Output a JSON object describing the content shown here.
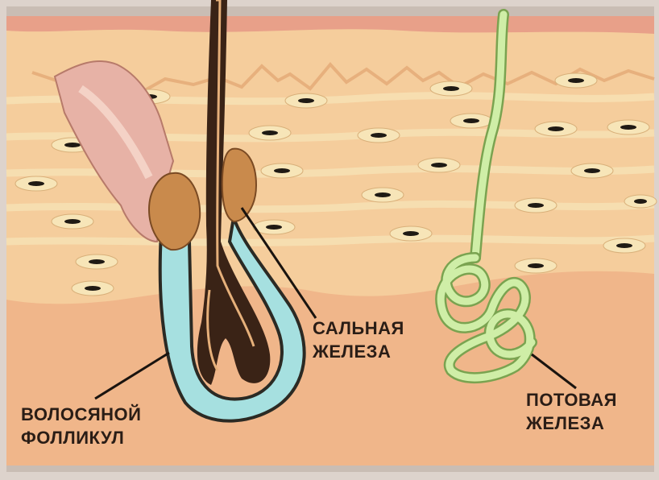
{
  "labels": {
    "sebaceous_gland": {
      "line1": "САЛЬНАЯ",
      "line2": "ЖЕЛЕЗА"
    },
    "hair_follicle": {
      "line1": "ВОЛОСЯНОЙ",
      "line2": "ФОЛЛИКУЛ"
    },
    "sweat_gland": {
      "line1": "ПОТОВАЯ",
      "line2": "ЖЕЛЕЗА"
    }
  },
  "colors": {
    "frame": "#ddd3cc",
    "epidermis": "#e8a089",
    "dermis": "#f4c998",
    "hypodermis": "#f0b68a",
    "hair_shaft": "#3a2316",
    "follicle_sheath": "#a6e0e0",
    "sebaceous_gland": "#c98a4c",
    "sweat_gland": "#cfeea7",
    "muscle": "#e7b2a6",
    "cell_nucleus": "#1f1a14"
  }
}
